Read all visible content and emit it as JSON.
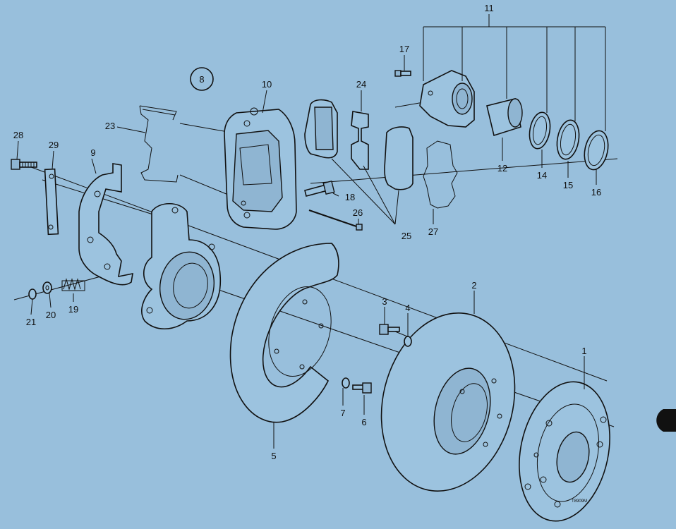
{
  "diagram": {
    "figure_number": "8",
    "artist_mark": "T8909M",
    "callouts": {
      "c1": "1",
      "c2": "2",
      "c3": "3",
      "c4": "4",
      "c5": "5",
      "c6": "6",
      "c7": "7",
      "c9": "9",
      "c10": "10",
      "c11": "11",
      "c12": "12",
      "c14": "14",
      "c15": "15",
      "c16": "16",
      "c17": "17",
      "c18": "18",
      "c19": "19",
      "c20": "20",
      "c21": "21",
      "c23": "23",
      "c24": "24",
      "c25": "25",
      "c26": "26",
      "c27": "27",
      "c28": "28",
      "c29": "29"
    }
  },
  "colors": {
    "background": "#98bfdc",
    "ink": "#111111"
  }
}
